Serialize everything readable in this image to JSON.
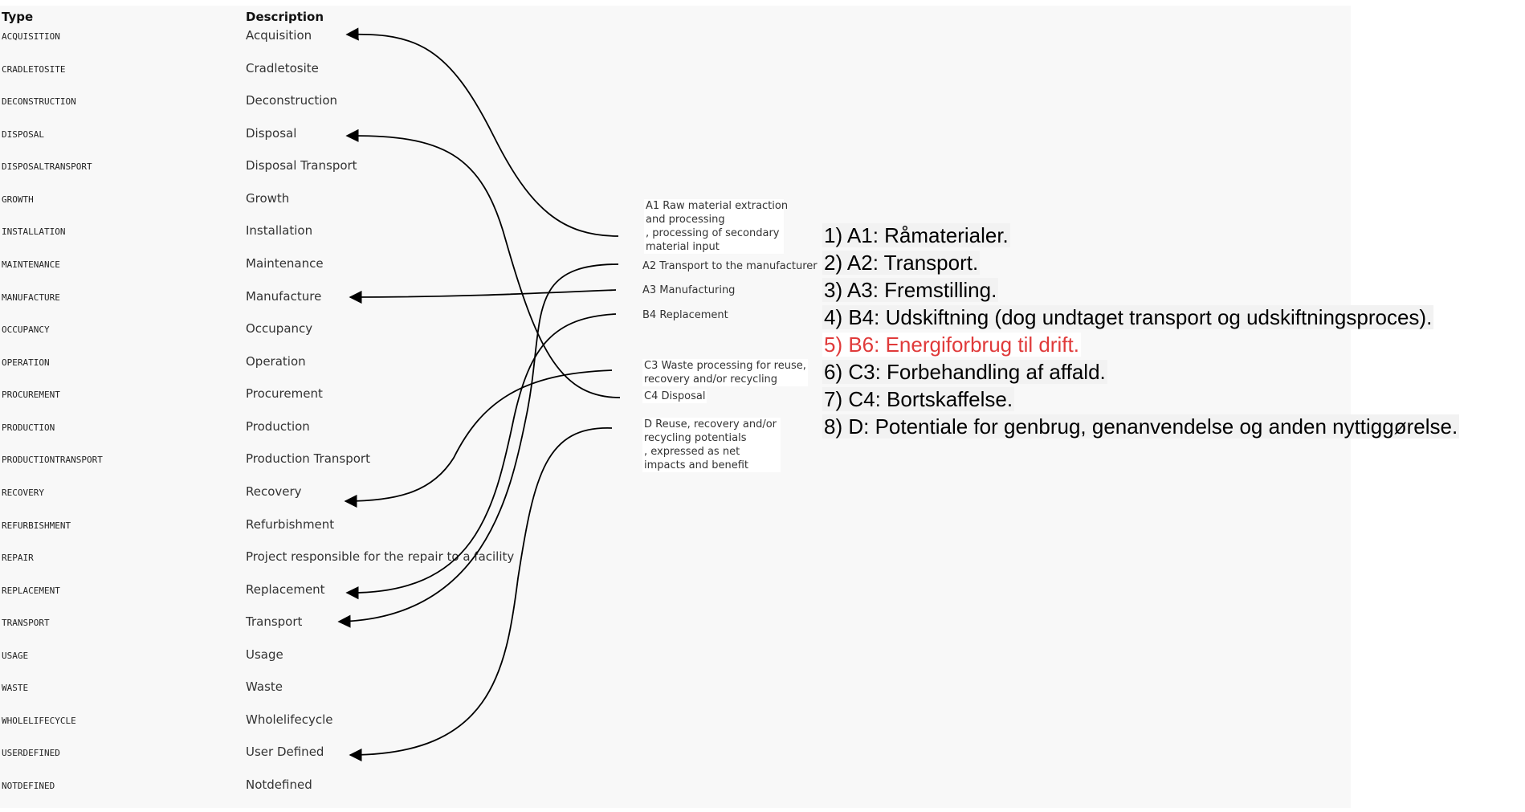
{
  "headers": {
    "type": "Type",
    "description": "Description"
  },
  "rows": [
    {
      "type": "ACQUISITION",
      "desc": "Acquisition"
    },
    {
      "type": "CRADLETOSITE",
      "desc": "Cradletosite"
    },
    {
      "type": "DECONSTRUCTION",
      "desc": "Deconstruction"
    },
    {
      "type": "DISPOSAL",
      "desc": "Disposal"
    },
    {
      "type": "DISPOSALTRANSPORT",
      "desc": "Disposal Transport"
    },
    {
      "type": "GROWTH",
      "desc": "Growth"
    },
    {
      "type": "INSTALLATION",
      "desc": "Installation"
    },
    {
      "type": "MAINTENANCE",
      "desc": "Maintenance"
    },
    {
      "type": "MANUFACTURE",
      "desc": "Manufacture"
    },
    {
      "type": "OCCUPANCY",
      "desc": "Occupancy"
    },
    {
      "type": "OPERATION",
      "desc": "Operation"
    },
    {
      "type": "PROCUREMENT",
      "desc": "Procurement"
    },
    {
      "type": "PRODUCTION",
      "desc": "Production"
    },
    {
      "type": "PRODUCTIONTRANSPORT",
      "desc": "Production Transport"
    },
    {
      "type": "RECOVERY",
      "desc": "Recovery"
    },
    {
      "type": "REFURBISHMENT",
      "desc": "Refurbishment"
    },
    {
      "type": "REPAIR",
      "desc": "Project responsible for the repair to a facility"
    },
    {
      "type": "REPLACEMENT",
      "desc": "Replacement"
    },
    {
      "type": "TRANSPORT",
      "desc": "Transport"
    },
    {
      "type": "USAGE",
      "desc": "Usage"
    },
    {
      "type": "WASTE",
      "desc": "Waste"
    },
    {
      "type": "WHOLELIFECYCLE",
      "desc": "Wholelifecycle"
    },
    {
      "type": "USERDEFINED",
      "desc": "User Defined"
    },
    {
      "type": "NOTDEFINED",
      "desc": "Notdefined"
    }
  ],
  "notes": {
    "a1": [
      "A1 Raw material extraction",
      "and processing",
      ", processing of secondary",
      "material input"
    ],
    "a2": "A2 Transport to the manufacturer",
    "a3": "A3 Manufacturing",
    "b4": "B4 Replacement",
    "c3": [
      "C3 Waste processing for reuse,",
      "recovery and/or recycling"
    ],
    "c4": "C4 Disposal",
    "d": [
      "D  Reuse, recovery and/or",
      "recycling potentials",
      ", expressed as net",
      "impacts and benefit"
    ]
  },
  "list": [
    {
      "text": "1) A1: Råmaterialer.",
      "color": "#000000"
    },
    {
      "text": "2) A2: Transport.",
      "color": "#000000"
    },
    {
      "text": "3) A3: Fremstilling.",
      "color": "#000000"
    },
    {
      "text": "4) B4: Udskiftning (dog undtaget transport og udskiftningsproces).",
      "color": "#000000"
    },
    {
      "text": "5) B6: Energiforbrug til drift.",
      "color": "#e03a3a"
    },
    {
      "text": "6) C3: Forbehandling af affald.",
      "color": "#000000"
    },
    {
      "text": "7) C4: Bortskaffelse.",
      "color": "#000000"
    },
    {
      "text": "8) D: Potentiale for genbrug, genanvendelse og anden nyttiggørelse.",
      "color": "#000000"
    }
  ]
}
